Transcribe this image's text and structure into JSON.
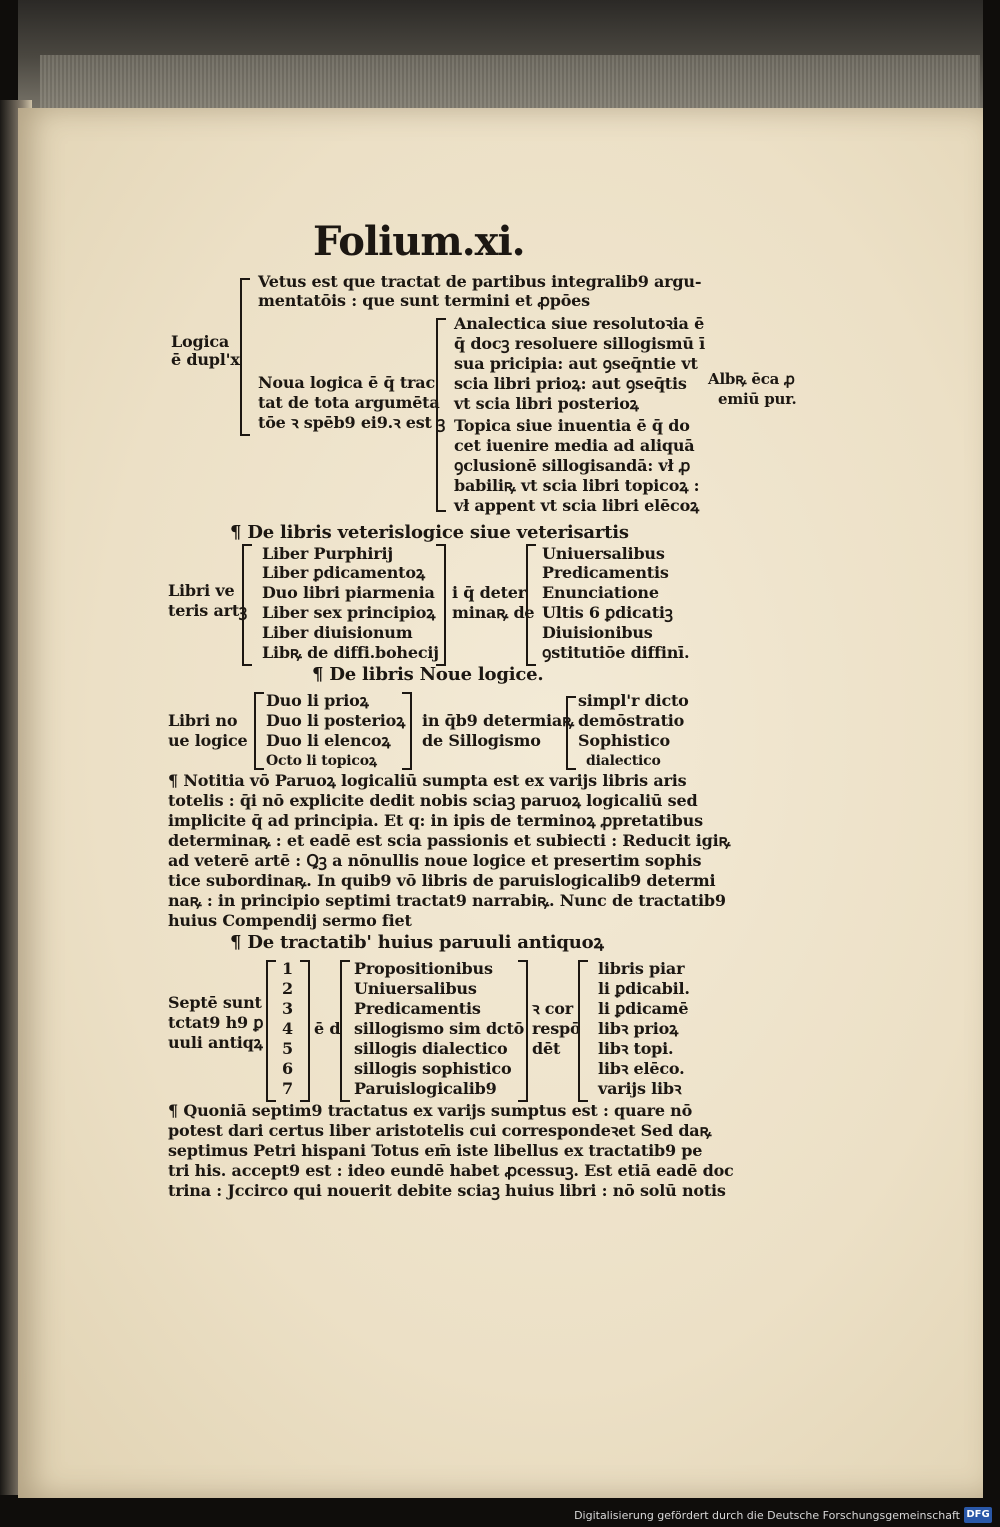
{
  "folio": "Folium.xi.",
  "section1": {
    "left_label": [
      "Logica",
      "ē dupl'x"
    ],
    "vetus": [
      "Vetus est que tractat de partibus integralib9 argu-",
      "mentatōis : que sunt termini et ꝓpōes"
    ],
    "nova": [
      "Noua logica ē q̄ trac",
      "tat de tota argumēta",
      "tōe ꝛ spēb9 ei9.ꝛ est ꝫ"
    ],
    "analectica": [
      "Analectica siue resolutoꝛia ē",
      "q̄ docꝫ resoluere sillogismū ī",
      "sua pricipia: aut ꝯseq̄ntie vt",
      "scia libri prioꝝ: aut ꝯseq̄tis",
      "vt scia libri posterioꝝ"
    ],
    "topica": [
      "Topica siue inuentia ē q̄ do",
      "cet iuenire media ad aliquā",
      "ꝯclusionē sillogisandā: vł ꝓ",
      "babiliꝶ vt scia libri topicoꝝ :",
      "vł appent vt scia libri elēcoꝝ"
    ],
    "margin_note": [
      "Albꝶ ēca ꝓ",
      "emiū pur."
    ]
  },
  "section2": {
    "heading": "¶ De libris veterislogice siue veterisartis",
    "left_label": [
      "Libri ve",
      "teris artꝫ"
    ],
    "books": [
      "Liber Purphirij",
      "Liber ꝑdicamentoꝝ",
      "Duo libri piarmenia",
      "Liber sex principioꝝ",
      "Liber diuisionum",
      "Libꝶ de diffi.bohecij"
    ],
    "mid": [
      "i q̄ deter",
      "minaꝶ de"
    ],
    "topics": [
      "Uniuersalibus",
      "Predicamentis",
      "Enunciatione",
      "Ultis 6 ꝑdicatiꝫ",
      "Diuisionibus",
      "ꝯstitutiōe diffinī."
    ]
  },
  "section3": {
    "heading": "¶ De libris Noue logice.",
    "left_label": [
      "Libri no",
      "ue logice"
    ],
    "books": [
      "Duo li prioꝝ",
      "Duo li posterioꝝ",
      "Duo li elencoꝝ",
      "Octo li topicoꝝ"
    ],
    "mid": [
      "in q̄b9 determiaꝶ",
      "de Sillogismo"
    ],
    "right": [
      "simpl'r dicto",
      "demōstratio",
      "Sophistico",
      "dialectico"
    ]
  },
  "paragraph1": [
    "¶ Notitia vō Paruoꝝ logicaliū sumpta est ex varijs libris aris",
    "totelis : q̄i nō explicite dedit nobis sciaꝫ paruoꝝ logicaliū sed",
    "implicite q̄ ad principia. Et q: in ipis de terminoꝝ ꝓpretatibus",
    "determinaꝶ : et eadē est scia passionis et subiecti : Reducit igiꝶ",
    "ad veterē artē : Ꝗꝫ a nōnullis noue logice et presertim sophis",
    "tice subordinaꝶ. In quib9 vō libris de paruislogicalib9 determi",
    "naꝶ : in principio septimi tractat9 narrabiꝶ. Nunc de tractatib9",
    "huius Compendij sermo fiet"
  ],
  "section4": {
    "heading": "¶ De tractatib' huius paruuli antiquoꝝ",
    "left_label": [
      "Septē sunt",
      "tctat9 h9 ꝑ",
      "uuli antiqꝝ"
    ],
    "numbers": [
      "1",
      "2",
      "3",
      "4",
      "5",
      "6",
      "7"
    ],
    "mid": "ē d",
    "topics": [
      "Propositionibus",
      "Uniuersalibus",
      "Predicamentis",
      "sillogismo sim dctō",
      "sillogis dialectico",
      "sillogis sophistico",
      "Paruislogicalib9"
    ],
    "cor": [
      "ꝛ cor",
      "respō",
      "dēt"
    ],
    "right": [
      "libris piar",
      "li ꝑdicabil.",
      "li ꝑdicamē",
      "libꝛ prioꝝ",
      "libꝛ topi.",
      "libꝛ elēco.",
      "varijs libꝛ"
    ]
  },
  "paragraph2": [
    "¶ Quoniā septim9 tractatus ex varijs sumptus est : quare nō",
    "potest dari certus liber aristotelis cui correspondeꝛet Sed daꝶ",
    "septimus Petri hispani Totus em̄ iste libellus ex tractatib9 pe",
    "tri his. accept9 est : ideo eundē habet ꝓcessuꝫ. Est etiā eadē doc",
    "trina : Jccirco qui nouerit debite sciaꝫ huius libri : nō solū notis"
  ],
  "footer": {
    "text": "Digitalisierung gefördert durch die Deutsche Forschungsgemeinschaft",
    "badge": "DFG"
  }
}
